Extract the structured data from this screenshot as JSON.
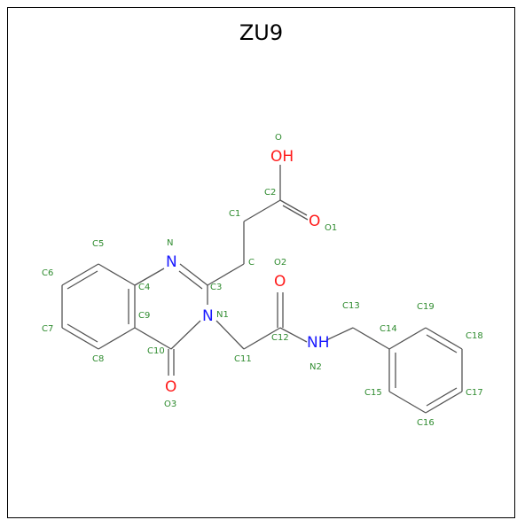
{
  "title": "ZU9",
  "colors": {
    "carbon_label": "#2e8b2e",
    "nitrogen": "#1a1aff",
    "oxygen": "#ff1a1a",
    "bond": "#555555"
  },
  "atoms": {
    "N_ring": "N",
    "N1_symbol": "N",
    "O_carbonyl_C10": "O",
    "O_amide": "O",
    "OH": "OH",
    "O_acid": "O",
    "NH": "NH"
  },
  "atom_names": {
    "C": "C",
    "C1": "C1",
    "C2": "C2",
    "C3": "C3",
    "C4": "C4",
    "C5": "C5",
    "C6": "C6",
    "C7": "C7",
    "C8": "C8",
    "C9": "C9",
    "C10": "C10",
    "C11": "C11",
    "C12": "C12",
    "C13": "C13",
    "C14": "C14",
    "C15": "C15",
    "C16": "C16",
    "C17": "C17",
    "C18": "C18",
    "C19": "C19",
    "N": "N",
    "N1": "N1",
    "N2": "N2",
    "O": "O",
    "O1": "O1",
    "O2": "O2",
    "O3": "O3"
  }
}
